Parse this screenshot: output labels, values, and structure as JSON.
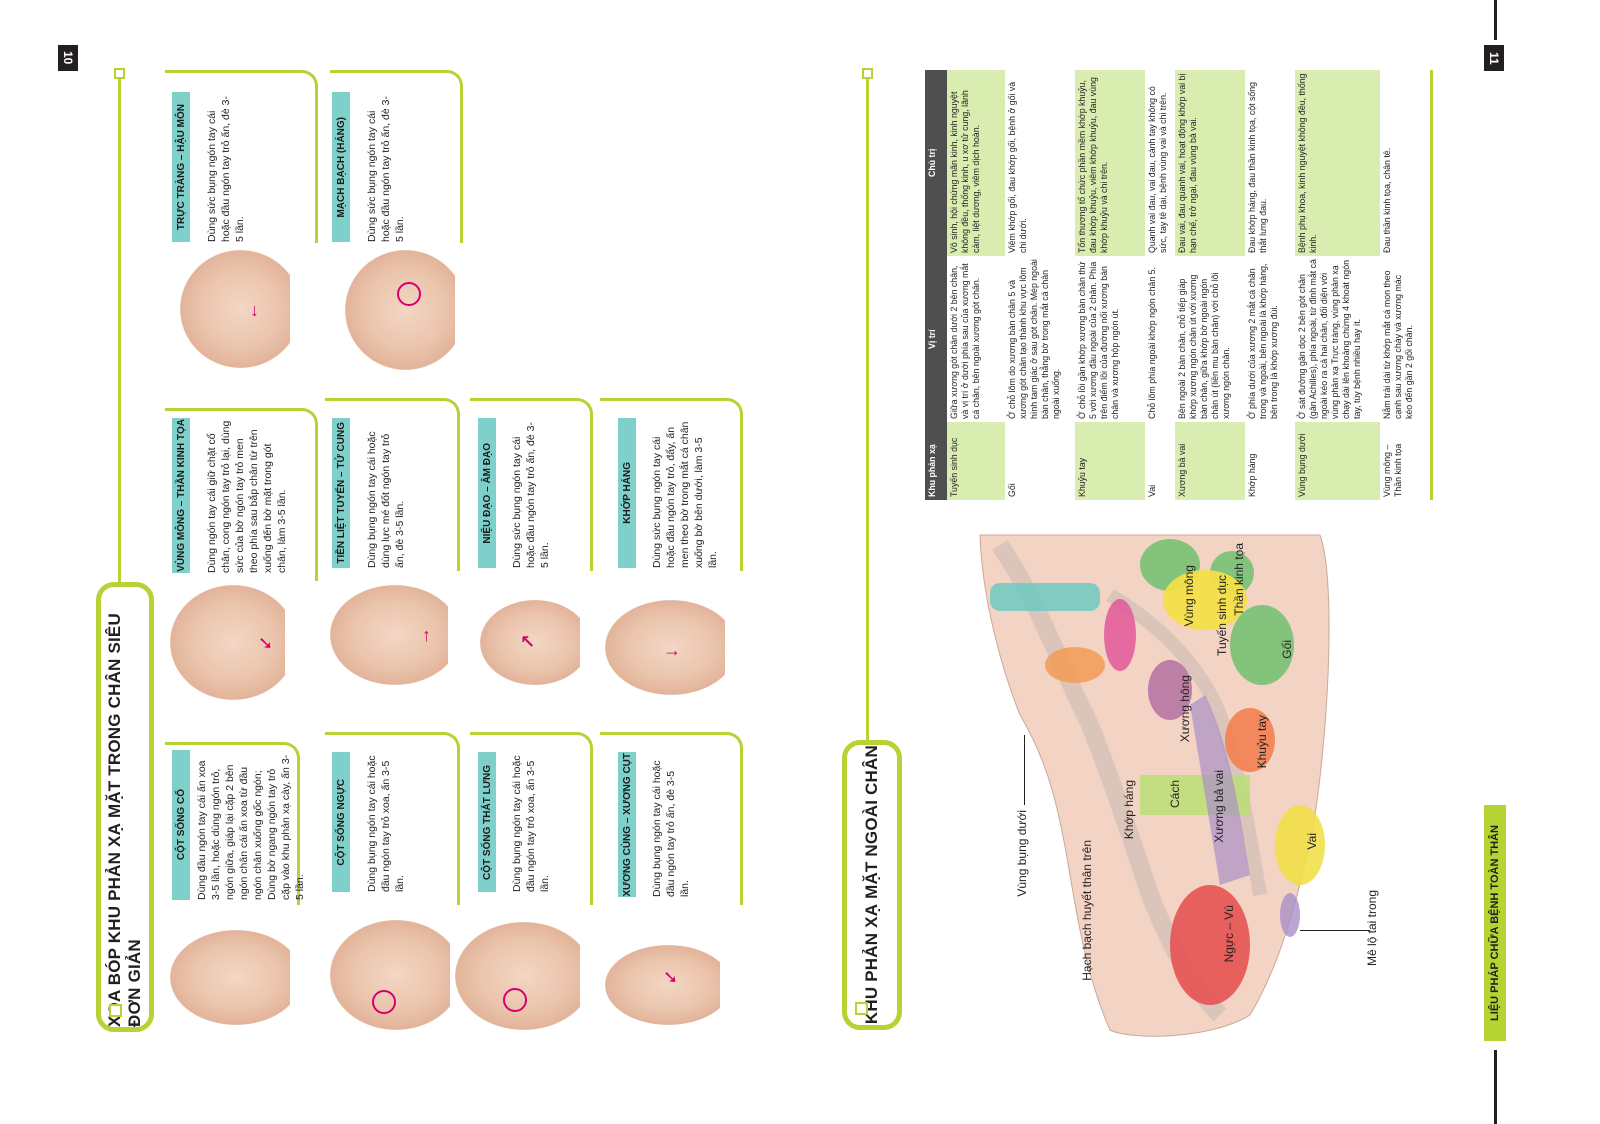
{
  "left_page": {
    "page_number": "10",
    "section_title": "XOA BÓP KHU PHẢN XẠ MẶT TRONG CHÂN SIÊU ĐƠN GIẢN",
    "steps": [
      {
        "label": "CỘT SỐNG CỔ",
        "text": "Dùng đầu ngón tay cái ấn xoa 3-5 lần, hoặc dùng ngón trỏ, ngón giữa, giáp lại cặp 2 bên ngón chân cái ấn xoa từ đầu ngón chân xuống gốc ngón; Dùng bờ ngang ngón tay trỏ cặp vào khu phản xạ cày, ấn 3-5 lần."
      },
      {
        "label": "CỘT SỐNG NGỰC",
        "text": "Dùng bụng ngón tay cái hoặc đầu ngón tay trỏ xoa, ấn 3-5 lần."
      },
      {
        "label": "CỘT SỐNG THẮT LƯNG",
        "text": "Dùng bụng ngón tay cái hoặc đầu ngón tay trỏ xoa, ấn 3-5 lần."
      },
      {
        "label": "XƯƠNG CÙNG – XƯƠNG CỤT",
        "text": "Dùng bụng ngón tay cái hoặc đầu ngón tay trỏ ấn, đè 3-5 lần."
      },
      {
        "label": "VÙNG MÔNG – THẦN KINH TỌA",
        "text": "Dùng ngón tay cái giữ chặt cổ chân, cong ngón tay trỏ lại, dùng sức của bờ ngón tay trỏ men theo phía sau bắp chân từ trên xuống đến bờ mặt trong gót chân, làm 3-5 lần."
      },
      {
        "label": "TIỀN LIỆT TUYẾN – TỬ CUNG",
        "text": "Dùng bụng ngón tay cái hoặc dùng lực mé đốt ngón tay trỏ ấn, đè 3-5 lần."
      },
      {
        "label": "NIỆU ĐẠO – ÂM ĐẠO",
        "text": "Dùng sức bụng ngón tay cái hoặc đầu ngón tay trỏ ấn, đè 3-5 lần."
      },
      {
        "label": "KHỚP HÁNG",
        "text": "Dùng sức bụng ngón tay cái hoặc đầu ngón tay trỏ, đẩy, ấn men theo bờ trong mắt cá chân xuống bờ bên dưới, làm 3-5 lần."
      },
      {
        "label": "TRỰC TRÀNG – HẬU MÔN",
        "text": "Dùng sức bụng ngón tay cái hoặc đầu ngón tay trỏ ấn, đè 3-5 lần."
      },
      {
        "label": "MẠCH BẠCH (HÁNG)",
        "text": "Dùng sức bụng ngón tay cái hoặc đầu ngón tay trỏ ấn, đè 3-5 lần."
      }
    ],
    "section2_title": "KHU PHẢN XẠ MẶT NGOÀI CHÂN"
  },
  "foot_labels": {
    "vung_bung_duoi": "Vùng bụng dưới",
    "hach_bach_huyet": "Hạch bạch huyết thân trên",
    "khop_hang": "Khớp háng",
    "me_lo_tai_trong": "Mê lộ tai trong",
    "nguc_vu": "Ngực – Vú",
    "cach": "Cách",
    "xuong_ba_vai": "Xương bả vai",
    "val": "Vai",
    "khuyu_tay": "Khuỷu tay",
    "xuong_hong": "Xương hông",
    "goi": "Gối",
    "tuyen_sinh_duc": "Tuyến sinh dục",
    "vung_mong": "Vùng mông",
    "than_kinh_toa": "Thần kinh tọa"
  },
  "right_page": {
    "page_number": "11",
    "table": {
      "headers": [
        "Khu phản xạ",
        "Vị trí",
        "Chủ trị"
      ],
      "rows": [
        [
          "Tuyến sinh dục",
          "Giữa xương gót chân dưới 2 bên chân, và vị trí ở dưới phía sau của xương mắt cá chân, bên ngoài xương gót chân.",
          "Vô sinh, hội chứng mãn kinh, kinh nguyệt không đều, thống kinh, u xơ tử cung, lãnh cảm, liệt dương, viêm dịch hoàn."
        ],
        [
          "Gối",
          "Ở chỗ lõm do xương bàn chân 5 và xương gót chân tạo thành khu vực lõm hình tam giác ở sau gót chân. Mép ngoài bàn chân, thẳng bờ trong mắt cá chân ngoài xuống.",
          "Viêm khớp gối, đau khớp gối, bệnh ở gối và chi dưới."
        ],
        [
          "Khuỷu tay",
          "Ở chỗ lồi gần khớp xương bàn chân thứ 5 với xương đầu ngoài của 2 chân. Phía trên điểm lồi của đường nối xương bàn chân và xương hộp ngón út.",
          "Tổn thương tổ chức phần mềm khớp khuỷu, đau khớp khuỷu, viêm khớp khuỷu, đau vùng khớp khuỷu và chi trên."
        ],
        [
          "Vai",
          "Chỗ lõm phía ngoài khớp ngón chân 5.",
          "Quanh vai đau, vai đau, cánh tay không có sức, tay tê dại, bệnh vùng vai và chi trên."
        ],
        [
          "Xương bả vai",
          "Bên ngoài 2 bàn chân, chỗ tiếp giáp khớp xương ngón chân út với xương bàn chân, giữa khớp bờ ngoài ngón chân út (liền mu bàn chân) với chỗ lõi xương ngón chân.",
          "Đau vai, đau quanh vai, hoạt động khớp vai bị hạn chế, trở ngại, đau vùng bả vai."
        ],
        [
          "Khớp háng",
          "Ở phía dưới của xương 2 mắt cá chân trong và ngoài, bên ngoài là khớp háng, bên trong là khớp xương đùi.",
          "Đau khớp háng, đau thần kinh tọa, cột sống thắt lưng đau."
        ],
        [
          "Vùng bụng dưới",
          "Ở sát đường gân dọc 2 bên gót chân (gân Achilles), phía ngoài, từ đỉnh mắt cá ngoài kéo ra cả hai chân, đối diện với vùng phản xạ Trực tràng, vùng phản xạ chạy dài lên khoảng chừng 4 khoát ngón tay, tùy bệnh nhiều hay ít.",
          "Bệnh phụ khoa, kinh nguyệt không đều, thống kinh."
        ],
        [
          "Vùng mông – Thần kinh tọa",
          "Nằm trải dài từ khớp mắt cá mon theo cạnh sau xương chày và xương mác kéo đến gần 2 gối chân.",
          "Đau thần kinh tọa, chân tê."
        ]
      ]
    },
    "footer_title": "LIỆU PHÁP CHỮA BỆNH TOÀN THÂN"
  },
  "colors": {
    "accent_green": "#b6d334",
    "label_teal": "#7fcfcb",
    "zone_pink": "#d6006f"
  }
}
